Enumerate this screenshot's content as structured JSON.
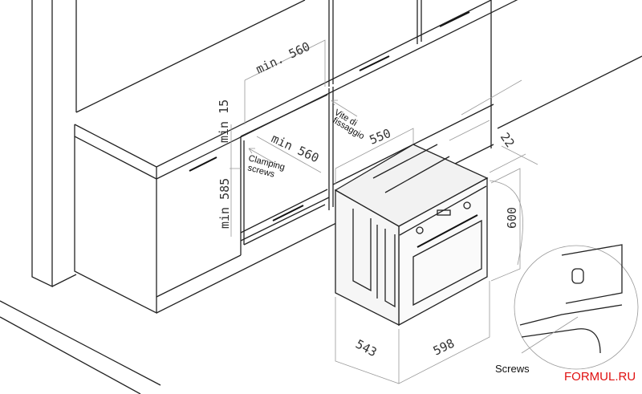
{
  "dimensions": {
    "niche_width_top": "min. 560",
    "gap_top": "min 15",
    "niche_width_inner": "min 560",
    "niche_height": "min 585",
    "oven_depth_top": "550",
    "panel_thickness": "22",
    "oven_height": "600",
    "oven_depth": "543",
    "oven_width": "598"
  },
  "labels": {
    "clamping_screws_line1": "Clamping",
    "clamping_screws_line2": "screws",
    "vite_line1": "Vite di",
    "vite_line2": "fissaggio",
    "screws": "Screws"
  },
  "watermark": "FORMUL.RU",
  "colors": {
    "watermark": "#e01010",
    "lines": "#222222"
  }
}
